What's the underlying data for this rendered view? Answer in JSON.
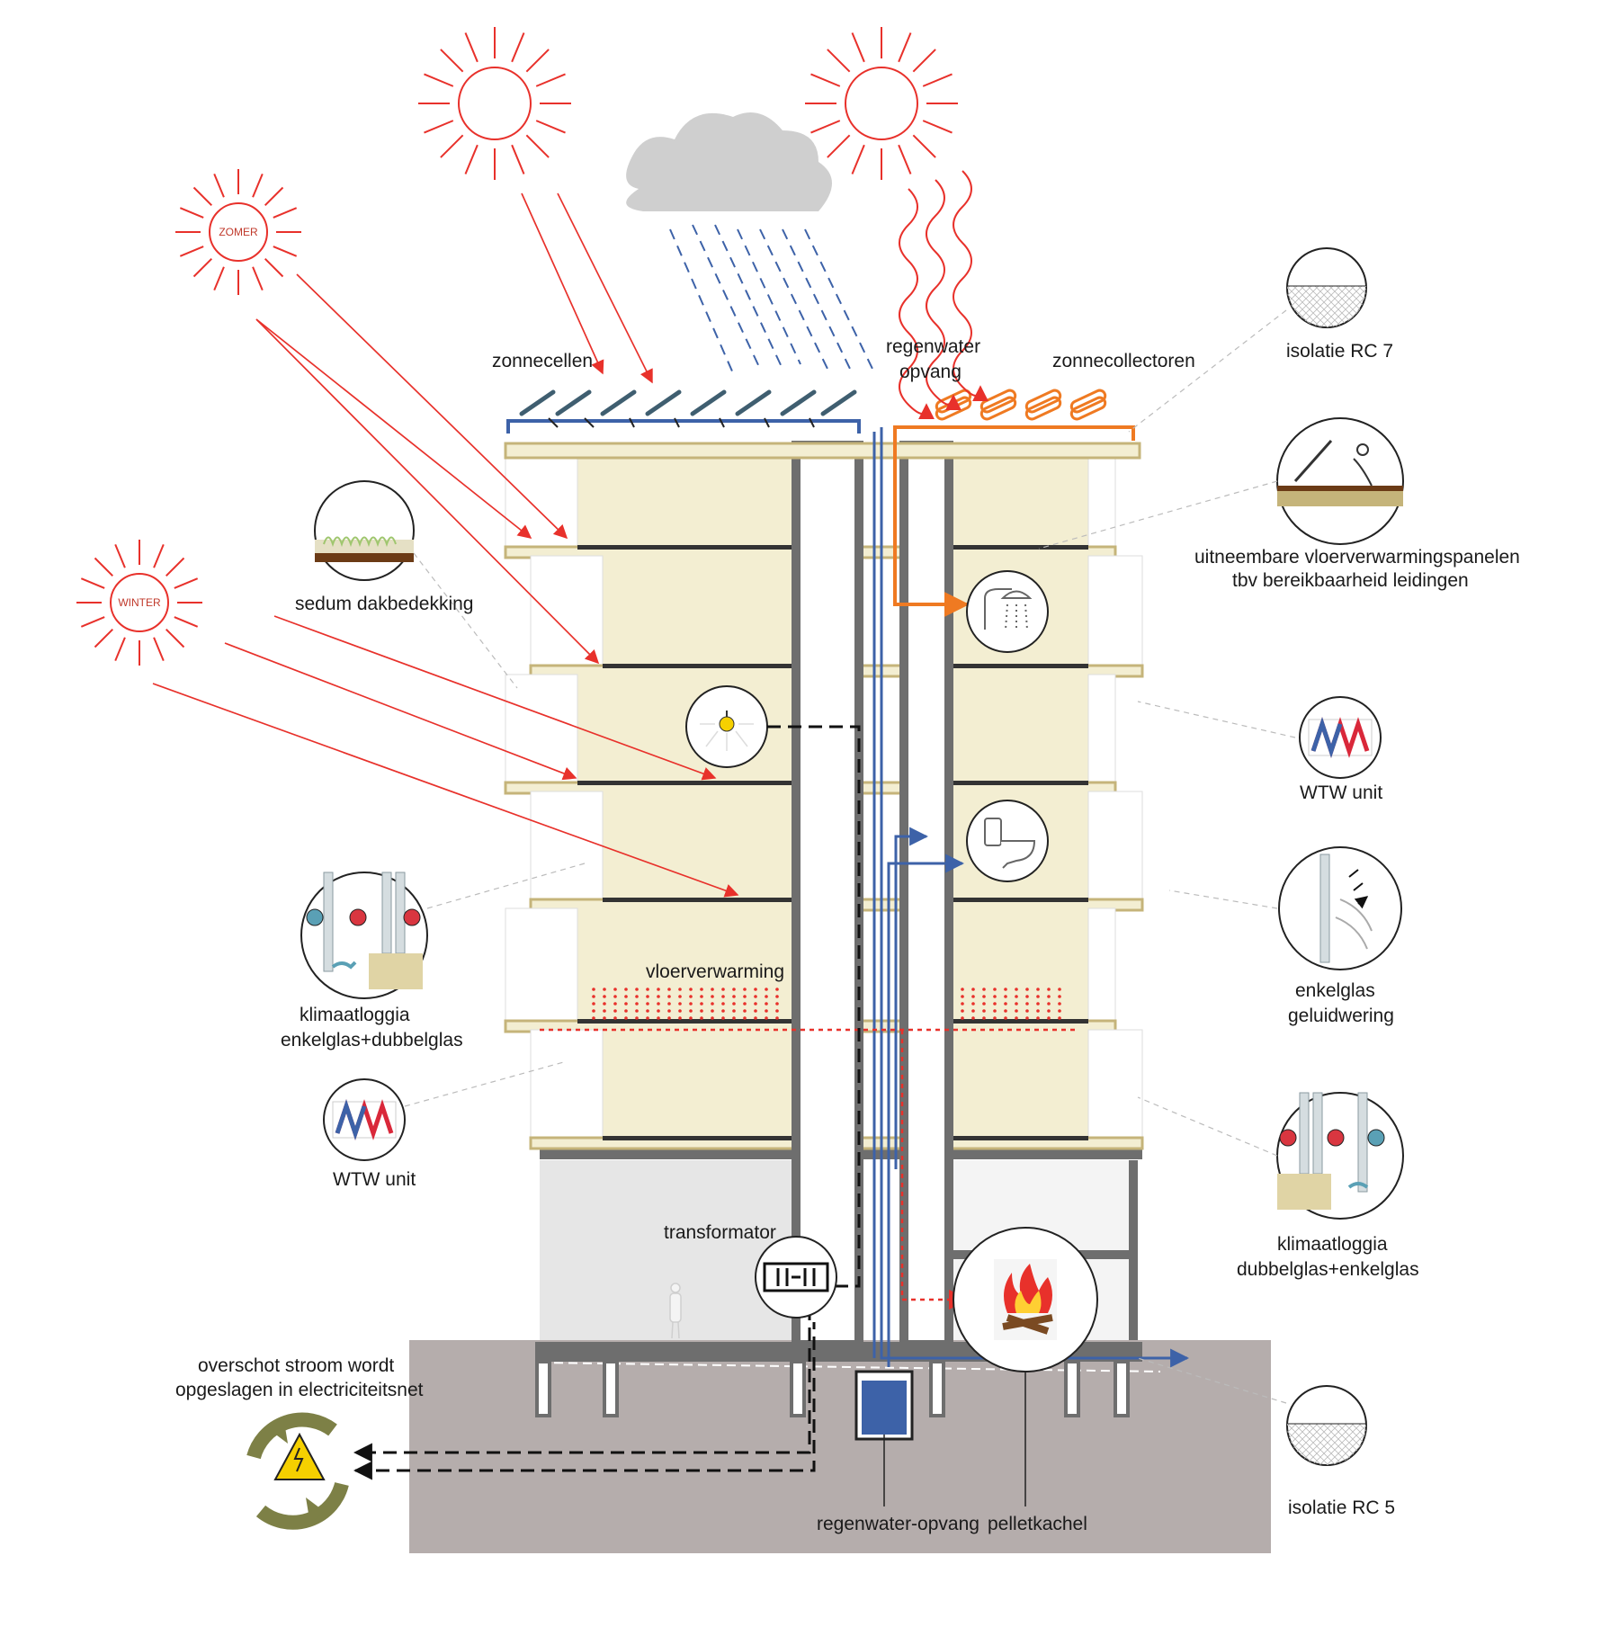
{
  "labels": {
    "sun_summer": "ZOMER",
    "sun_winter": "WINTER",
    "solar_cells": "zonnecellen",
    "rainwater_collection_line1": "regenwater",
    "rainwater_collection_line2": "opvang",
    "solar_collectors": "zonnecollectoren",
    "insulation_rc7": "isolatie RC 7",
    "removable_panels_line1": "uitneembare vloerverwarmingspanelen",
    "removable_panels_line2": "tbv bereikbaarheid leidingen",
    "sedum_roof": "sedum dakbedekking",
    "hrv_unit_right": "WTW unit",
    "single_glass_line1": "enkelglas",
    "single_glass_line2": "geluidwering",
    "climate_loggia_left_line1": "klimaatloggia",
    "climate_loggia_left_line2": "enkelglas+dubbelglas",
    "floor_heating": "vloerverwarming",
    "hrv_unit_left": "WTW unit",
    "climate_loggia_right_line1": "klimaatloggia",
    "climate_loggia_right_line2": "dubbelglas+enkelglas",
    "transformer": "transformator",
    "surplus_power_line1": "overschot stroom wordt",
    "surplus_power_line2": "opgeslagen in electriciteitsnet",
    "rainwater_tank": "regenwater-opvang",
    "pellet_stove": "pelletkachel",
    "insulation_rc5": "isolatie RC 5"
  },
  "icons": [
    "sun-icon",
    "cloud-icon",
    "rain-icon",
    "lightbulb-icon",
    "shower-icon",
    "toilet-icon",
    "hrv-unit-icon",
    "transformer-icon",
    "fire-icon",
    "power-grid-icon",
    "window-frame-icon"
  ],
  "colors": {
    "sun_red": "#e8312b",
    "water_blue": "#3d62a8",
    "solar_orange": "#ef7a22",
    "structure_grey": "#6e6e6e",
    "interior_beige": "#f3eed2",
    "floor_olive": "#c5b47a",
    "ground_grey": "#b5adac",
    "cycle_green": "#7d8046",
    "warning_yellow": "#f5d000"
  }
}
